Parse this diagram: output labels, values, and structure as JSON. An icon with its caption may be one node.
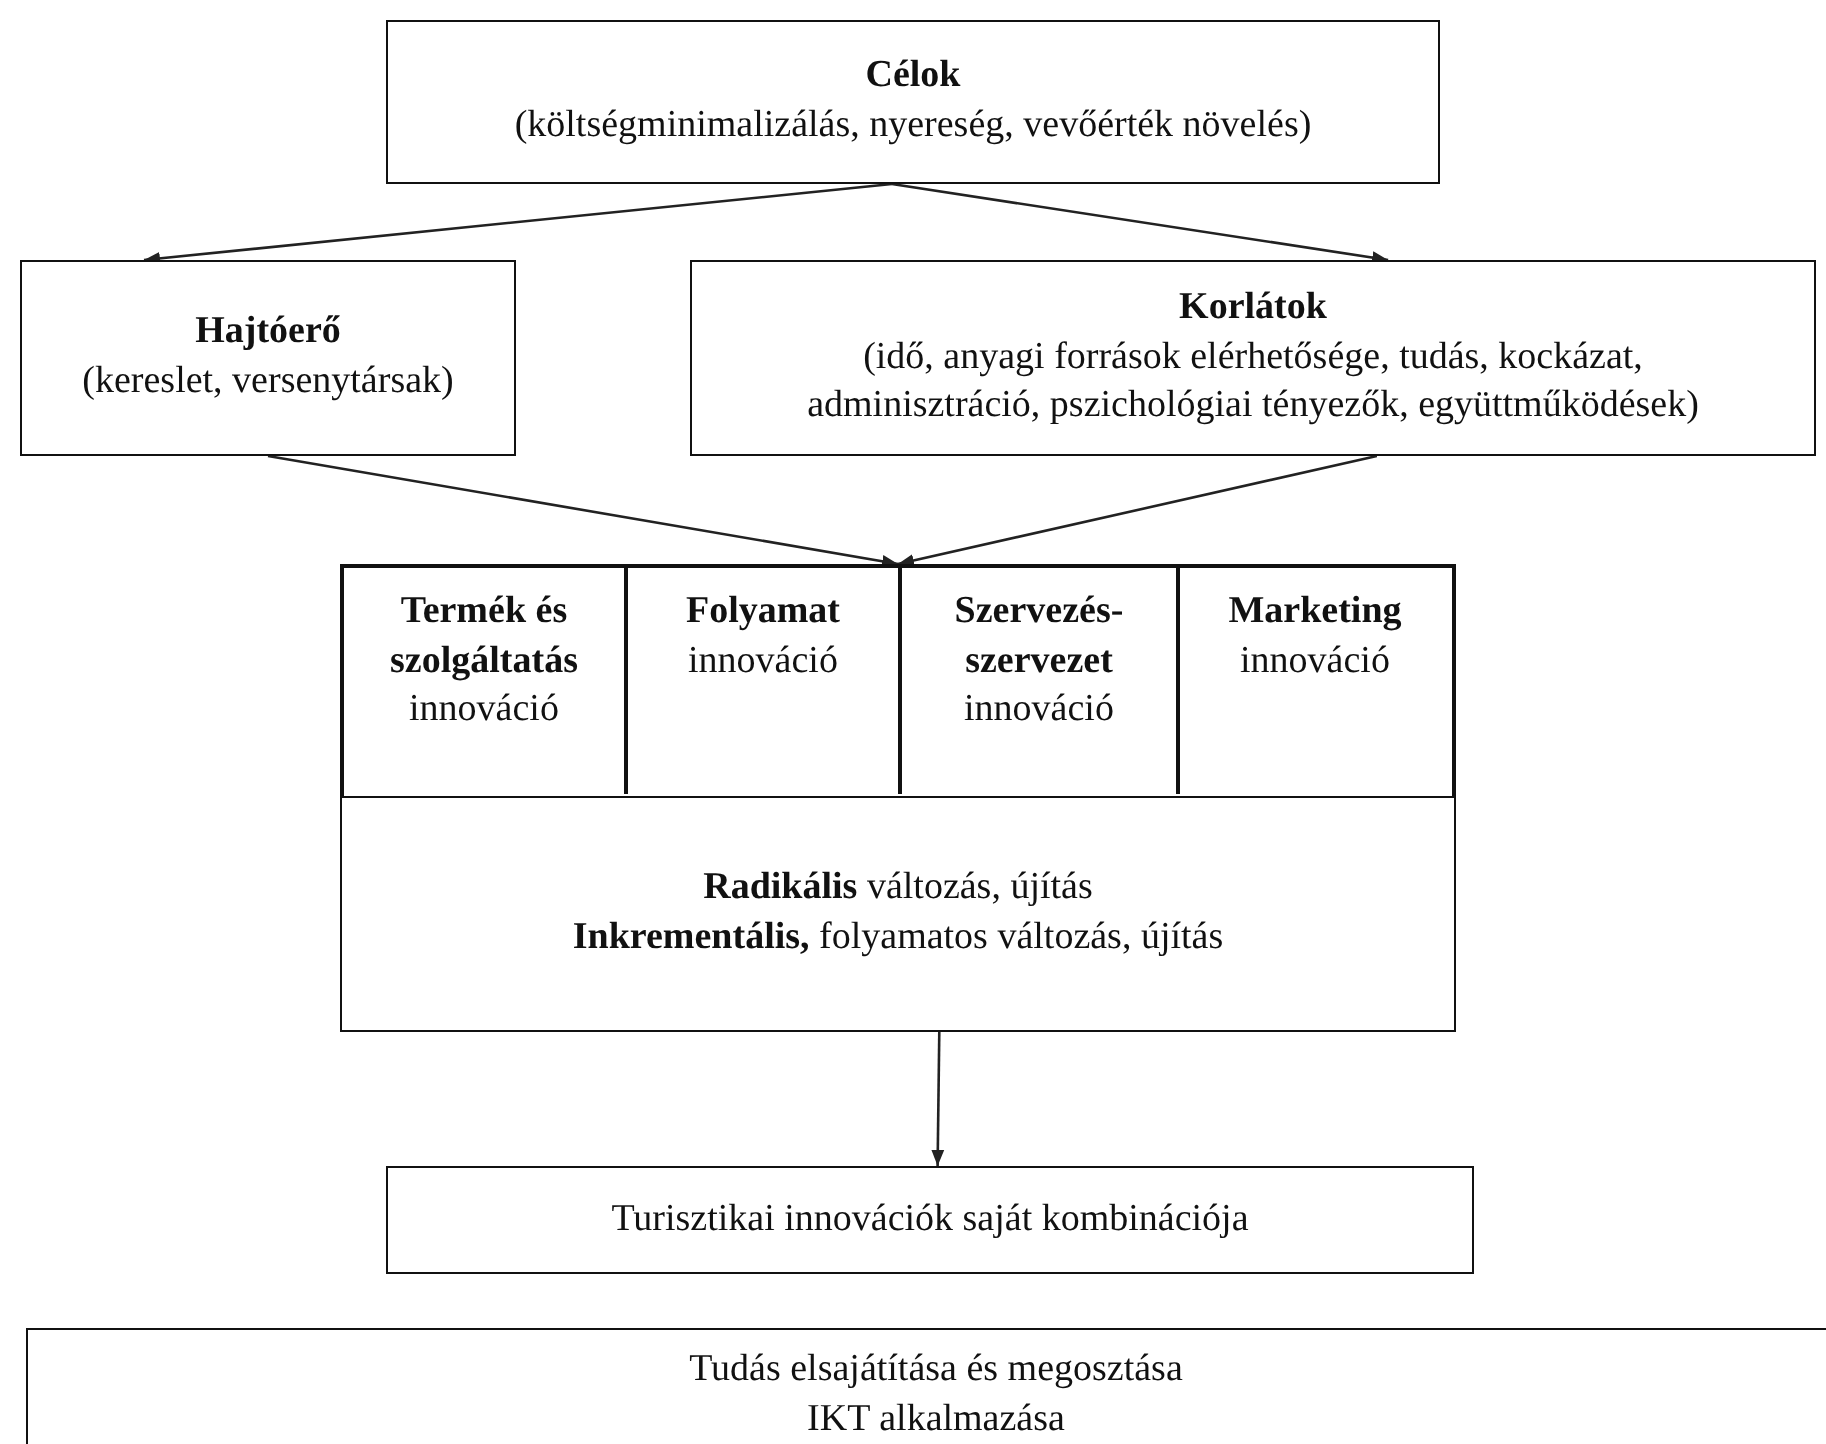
{
  "diagram": {
    "nodes": [
      {
        "text": [
          "Célok",
          "(költségminimalizálás, nyereség, vevőérték növelés)"
        ]
      },
      {
        "text": [
          "Hajtóerő",
          "(kereslet, versenytársak)"
        ]
      },
      {
        "text": [
          "Korlátok",
          "(idő, anyagi források elérhetősége, tudás, kockázat, adminisztráció, pszichológiai tényezők, együttműködések)"
        ]
      },
      {
        "text": [],
        "shape": "box"
      },
      {
        "text": [
          "Termék és szolgáltatás",
          "innováció"
        ],
        "in": 3
      },
      {
        "text": [
          "Folyamat",
          "innováció"
        ],
        "in": 3
      },
      {
        "text": [
          "Szervezés-szervezet",
          "innováció"
        ],
        "in": 3
      },
      {
        "text": [
          "Marketing",
          "innováció"
        ],
        "in": 3
      },
      {
        "text": [
          "**Radikális** változás, újítás",
          "**Inkrementális,** folyamatos változás, újítás"
        ]
      },
      {
        "text": [
          "Turisztikai innovációk saját kombinációja"
        ]
      },
      {
        "text": [
          "Tudás elsajátítása és megosztása",
          "IKT alkalmazása"
        ]
      }
    ],
    "edges": [
      {
        "from": 0,
        "to": 1,
        "arrow": "to"
      },
      {
        "from": 0,
        "to": 2,
        "arrow": "to"
      },
      {
        "from": 1,
        "to": 3,
        "arrow": "to"
      },
      {
        "from": 2,
        "to": 3,
        "arrow": "to"
      },
      {
        "from": 8,
        "to": 9,
        "arrow": "to"
      }
    ]
  }
}
